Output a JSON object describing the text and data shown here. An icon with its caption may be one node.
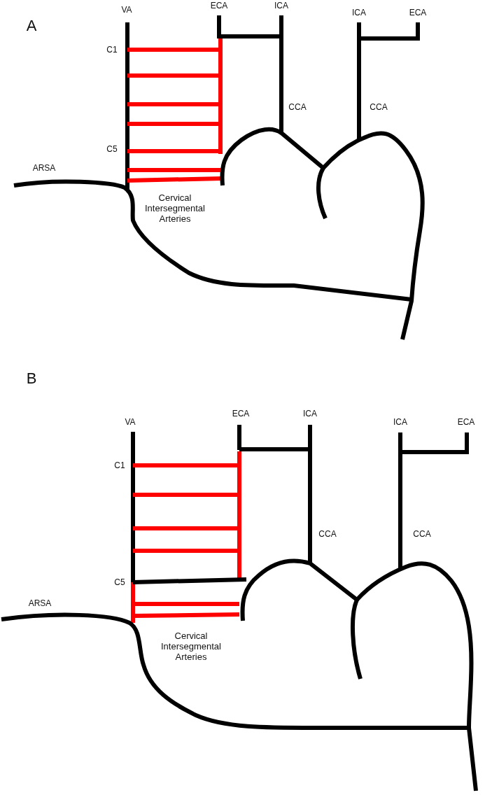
{
  "diagram": {
    "labels": [
      "A",
      "VA",
      "ECA",
      "ICA",
      "ICA",
      "ECA",
      "C1",
      "CCA",
      "CCA",
      "C5",
      "ARSA",
      "Cervical Intersegmental Arteries",
      "B",
      "VA",
      "ECA",
      "ICA",
      "ICA",
      "ECA",
      "C1",
      "CCA",
      "CCA",
      "C5",
      "ARSA",
      "Cervical Intersegmental Arteries"
    ]
  }
}
